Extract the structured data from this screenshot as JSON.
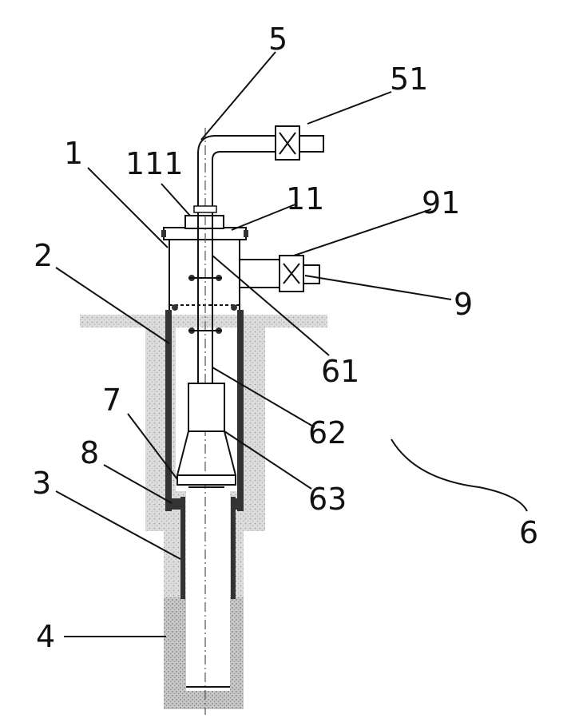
{
  "labels": {
    "l5": "5",
    "l51": "51",
    "l1": "1",
    "l111": "111",
    "l11": "11",
    "l91": "91",
    "l2": "2",
    "l9": "9",
    "l61": "61",
    "l7": "7",
    "l62": "62",
    "l8": "8",
    "l3": "3",
    "l63": "63",
    "l6": "6",
    "l4": "4"
  },
  "colors": {
    "line": "#111111",
    "soil_fill": "#d9d9d9",
    "wall_fill": "#333333",
    "background": "#ffffff"
  }
}
